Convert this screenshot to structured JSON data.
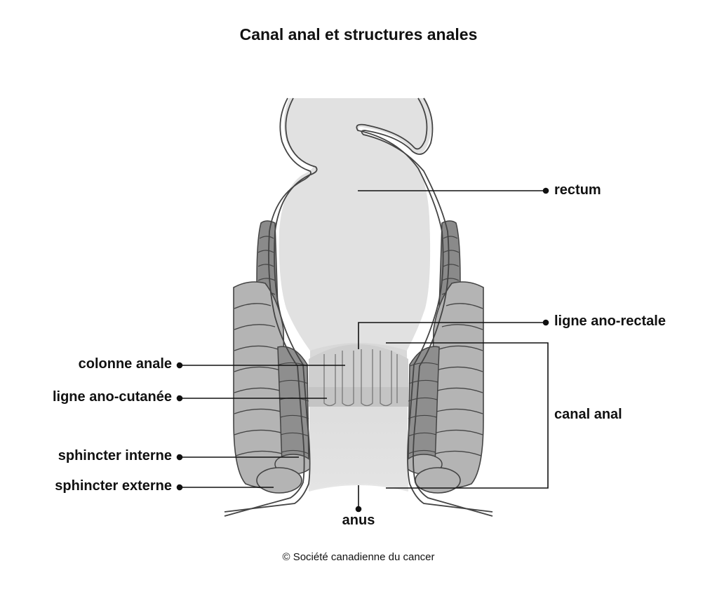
{
  "title": "Canal anal et structures anales",
  "credit": "© Société canadienne du cancer",
  "labels": {
    "rectum": "rectum",
    "ligne_ano_rectale": "ligne ano-rectale",
    "canal_anal": "canal anal",
    "colonne_anale": "colonne anale",
    "ligne_ano_cutanee": "ligne ano-cutanée",
    "sphincter_interne": "sphincter interne",
    "sphincter_externe": "sphincter externe",
    "anus": "anus"
  },
  "colors": {
    "rectum_fill": "#e1e1e1",
    "muscle_light": "#b4b4b4",
    "muscle_mid": "#9a9a9a",
    "muscle_dark": "#7d7d7d",
    "outline": "#444444",
    "leader_line": "#111111"
  }
}
